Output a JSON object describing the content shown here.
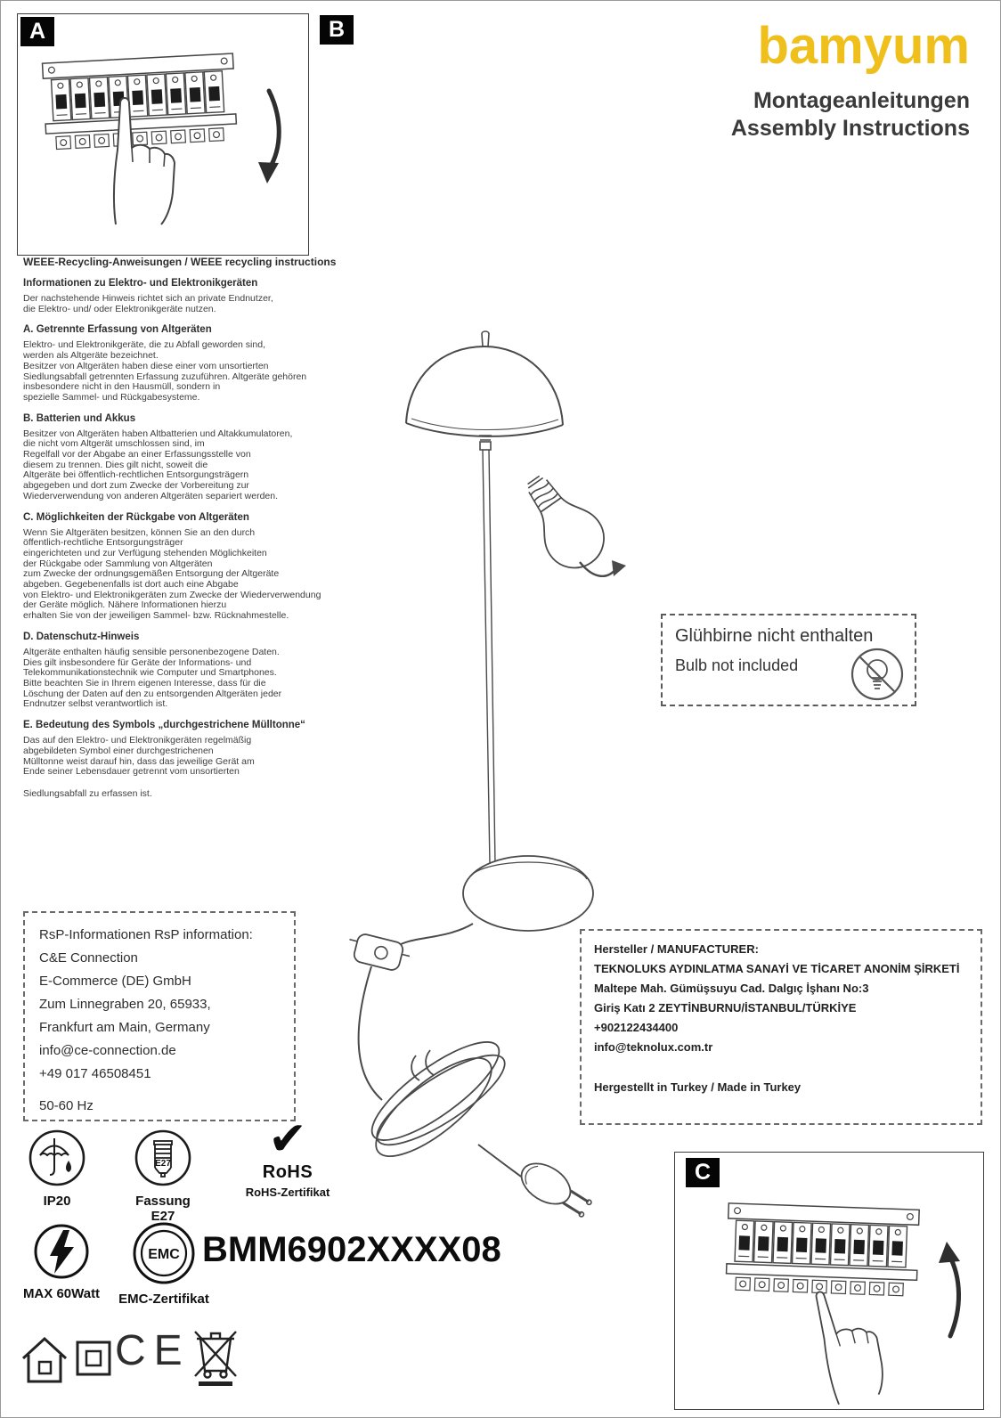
{
  "header": {
    "brand": "bamyum",
    "subtitle_de": "Montageanleitungen",
    "subtitle_en": "Assembly Instructions"
  },
  "panels": {
    "a_label": "A",
    "b_label": "B",
    "c_label": "C"
  },
  "weee": {
    "title": "WEEE-Recycling-Anweisungen / WEEE recycling instructions",
    "intro_heading": "Informationen zu Elektro- und Elektronikgeräten",
    "intro_text": "Der nachstehende Hinweis richtet sich an private Endnutzer,\n die Elektro- und/ oder Elektronikgeräte nutzen.",
    "sections": [
      {
        "heading": "A. Getrennte Erfassung von Altgeräten",
        "text": "Elektro- und Elektronikgeräte, die zu Abfall geworden sind,\n werden als Altgeräte bezeichnet.\nBesitzer von Altgeräten haben diese einer vom unsortierten\nSiedlungsabfall getrennten Erfassung zuzuführen. Altgeräte gehören\ninsbesondere nicht in den Hausmüll, sondern in\nspezielle Sammel- und Rückgabesysteme."
      },
      {
        "heading": "B. Batterien und Akkus",
        "text": "Besitzer von Altgeräten haben Altbatterien und Altakkumulatoren,\n die nicht vom Altgerät umschlossen sind, im\nRegelfall vor der Abgabe an einer Erfassungsstelle von\ndiesem zu trennen. Dies gilt nicht, soweit die\nAltgeräte bei öffentlich-rechtlichen Entsorgungsträgern\nabgegeben und dort zum Zwecke der Vorbereitung zur\nWiederverwendung von anderen Altgeräten separiert werden."
      },
      {
        "heading": "C. Möglichkeiten der Rückgabe von Altgeräten",
        "text": "Wenn Sie Altgeräten besitzen, können Sie an den durch\nöffentlich-rechtliche Entsorgungsträger\neingerichteten und zur Verfügung stehenden Möglichkeiten\nder Rückgabe oder Sammlung von Altgeräten\n zum Zwecke der ordnungsgemäßen Entsorgung der Altgeräte\nabgeben. Gegebenenfalls ist dort auch eine Abgabe\n von Elektro- und Elektronikgeräten zum Zwecke der Wiederverwendung\nder Geräte möglich. Nähere Informationen hierzu\nerhalten Sie von der jeweiligen Sammel- bzw. Rücknahmestelle."
      },
      {
        "heading": "D. Datenschutz-Hinweis",
        "text": "Altgeräte enthalten häufig sensible personenbezogene Daten.\nDies gilt insbesondere für Geräte der Informations- und\nTelekommunikationstechnik wie Computer und Smartphones.\n Bitte beachten Sie in Ihrem eigenen Interesse, dass für die\nLöschung der Daten auf den zu entsorgenden Altgeräten jeder\nEndnutzer selbst verantwortlich ist."
      },
      {
        "heading": "E. Bedeutung des Symbols „durchgestrichene Mülltonne“",
        "text": "Das auf den Elektro- und Elektronikgeräten regelmäßig\n abgebildeten Symbol einer durchgestrichenen\nMülltonne weist darauf hin, dass das jeweilige Gerät am\nEnde seiner Lebensdauer getrennt vom unsortierten"
      }
    ],
    "footer": "Siedlungsabfall zu erfassen ist."
  },
  "bulb_notice": {
    "line_de": "Glühbirne nicht enthalten",
    "line_en": "Bulb not included"
  },
  "rsp": {
    "lines": [
      "RsP-Informationen RsP information:",
      "C&E Connection",
      "E-Commerce (DE) GmbH",
      "Zum Linnegraben 20, 65933,",
      "Frankfurt am Main, Germany",
      "info@ce-connection.de",
      "+49 017 46508451",
      "50-60 Hz"
    ]
  },
  "manufacturer": {
    "lines": [
      "Hersteller / MANUFACTURER:",
      "TEKNOLUKS AYDINLATMA SANAYİ VE TİCARET ANONİM ŞİRKETİ",
      "Maltepe Mah. Gümüşsuyu Cad. Dalgıç İşhanı No:3",
      "Giriş Katı 2 ZEYTİNBURNU/İSTANBUL/TÜRKİYE",
      "+902122434400",
      "info@teknolux.com.tr"
    ],
    "made_in": "Hergestellt in Turkey / Made in Turkey"
  },
  "certs": {
    "ip_label": "IP20",
    "e27_text": "E27",
    "e27_label": "Fassung E27",
    "rohs_check": "✔",
    "rohs_title": "RoHS",
    "rohs_label": "RoHS-Zertifikat",
    "max_watt_label": "MAX 60Watt",
    "emc_text": "EMC",
    "emc_label": "EMC-Zertifikat",
    "model_number": "BMM6902XXXX08",
    "ce_mark": "CE"
  },
  "colors": {
    "brand_yellow": "#efbf1b"
  }
}
